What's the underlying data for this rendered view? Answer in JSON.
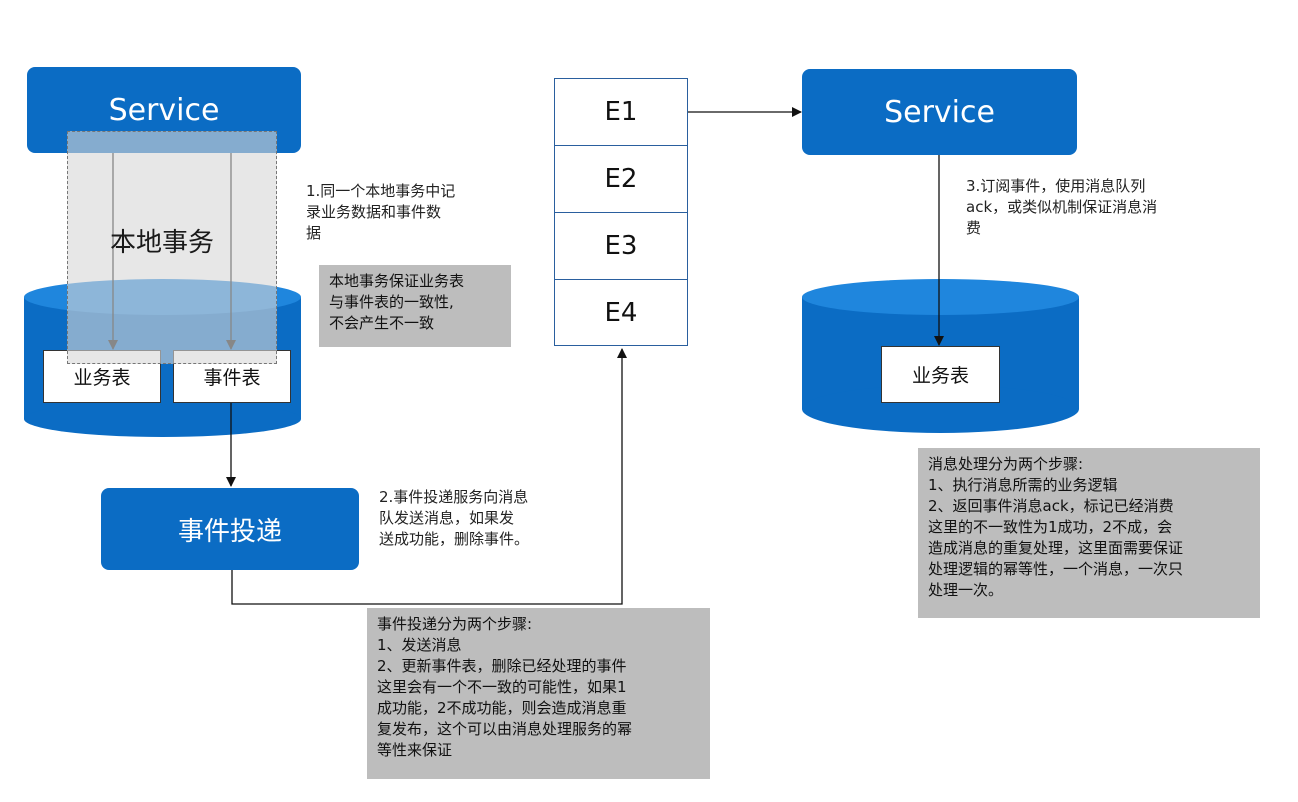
{
  "left": {
    "service_label": "Service",
    "local_tx_label": "本地事务",
    "table_business": "业务表",
    "table_event": "事件表",
    "delivery_label": "事件投递"
  },
  "queue": {
    "items": [
      "E1",
      "E2",
      "E3",
      "E4"
    ]
  },
  "right": {
    "service_label": "Service",
    "table_business": "业务表"
  },
  "notes": {
    "step1": [
      "1.同一个本地事务中记",
      "录业务数据和事件数",
      "据"
    ],
    "step2": [
      "2.事件投递服务向消息",
      "队发送消息，如果发",
      "送成功能，删除事件。"
    ],
    "step3": [
      "3.订阅事件，使用消息队列",
      "ack，或类似机制保证消息消",
      "费"
    ]
  },
  "callouts": {
    "consistency": [
      "本地事务保证业务表",
      "与事件表的一致性,",
      "不会产生不一致"
    ],
    "delivery_steps": [
      "事件投递分为两个步骤:",
      "1、发送消息",
      "2、更新事件表，删除已经处理的事件",
      "这里会有一个不一致的可能性，如果1",
      "成功能，2不成功能，则会造成消息重",
      "复发布，这个可以由消息处理服务的幂",
      "等性来保证"
    ],
    "processing_steps": [
      "消息处理分为两个步骤:",
      "1、执行消息所需的业务逻辑",
      "2、返回事件消息ack，标记已经消费",
      "这里的不一致性为1成功，2不成，会",
      "造成消息的重复处理，这里面需要保证",
      "处理逻辑的幂等性，一个消息，一次只",
      "处理一次。"
    ]
  },
  "colors": {
    "brand_blue": "#0b6cc4",
    "callout_gray": "#bdbdbd",
    "overlay": "rgba(220,220,220,0.6)"
  }
}
